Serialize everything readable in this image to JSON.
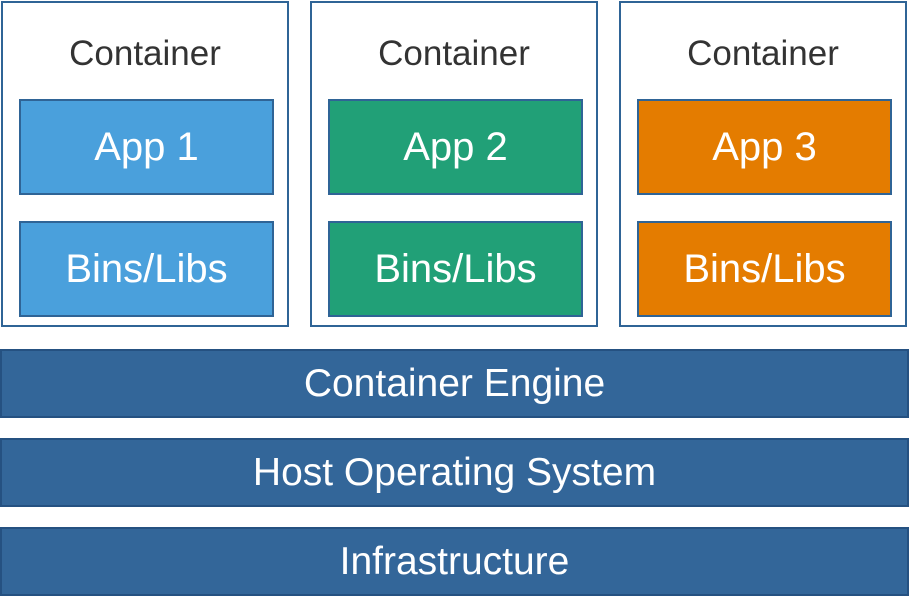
{
  "containers": [
    {
      "label": "Container",
      "app_label": "App 1",
      "libs_label": "Bins/Libs",
      "color": "#4aa0dc"
    },
    {
      "label": "Container",
      "app_label": "App 2",
      "libs_label": "Bins/Libs",
      "color": "#21a077"
    },
    {
      "label": "Container",
      "app_label": "App 3",
      "libs_label": "Bins/Libs",
      "color": "#e47c00"
    }
  ],
  "layers": {
    "engine": "Container Engine",
    "host_os": "Host Operating System",
    "infrastructure": "Infrastructure"
  },
  "colors": {
    "layer_fill": "#336699",
    "border": "#2f6496"
  }
}
